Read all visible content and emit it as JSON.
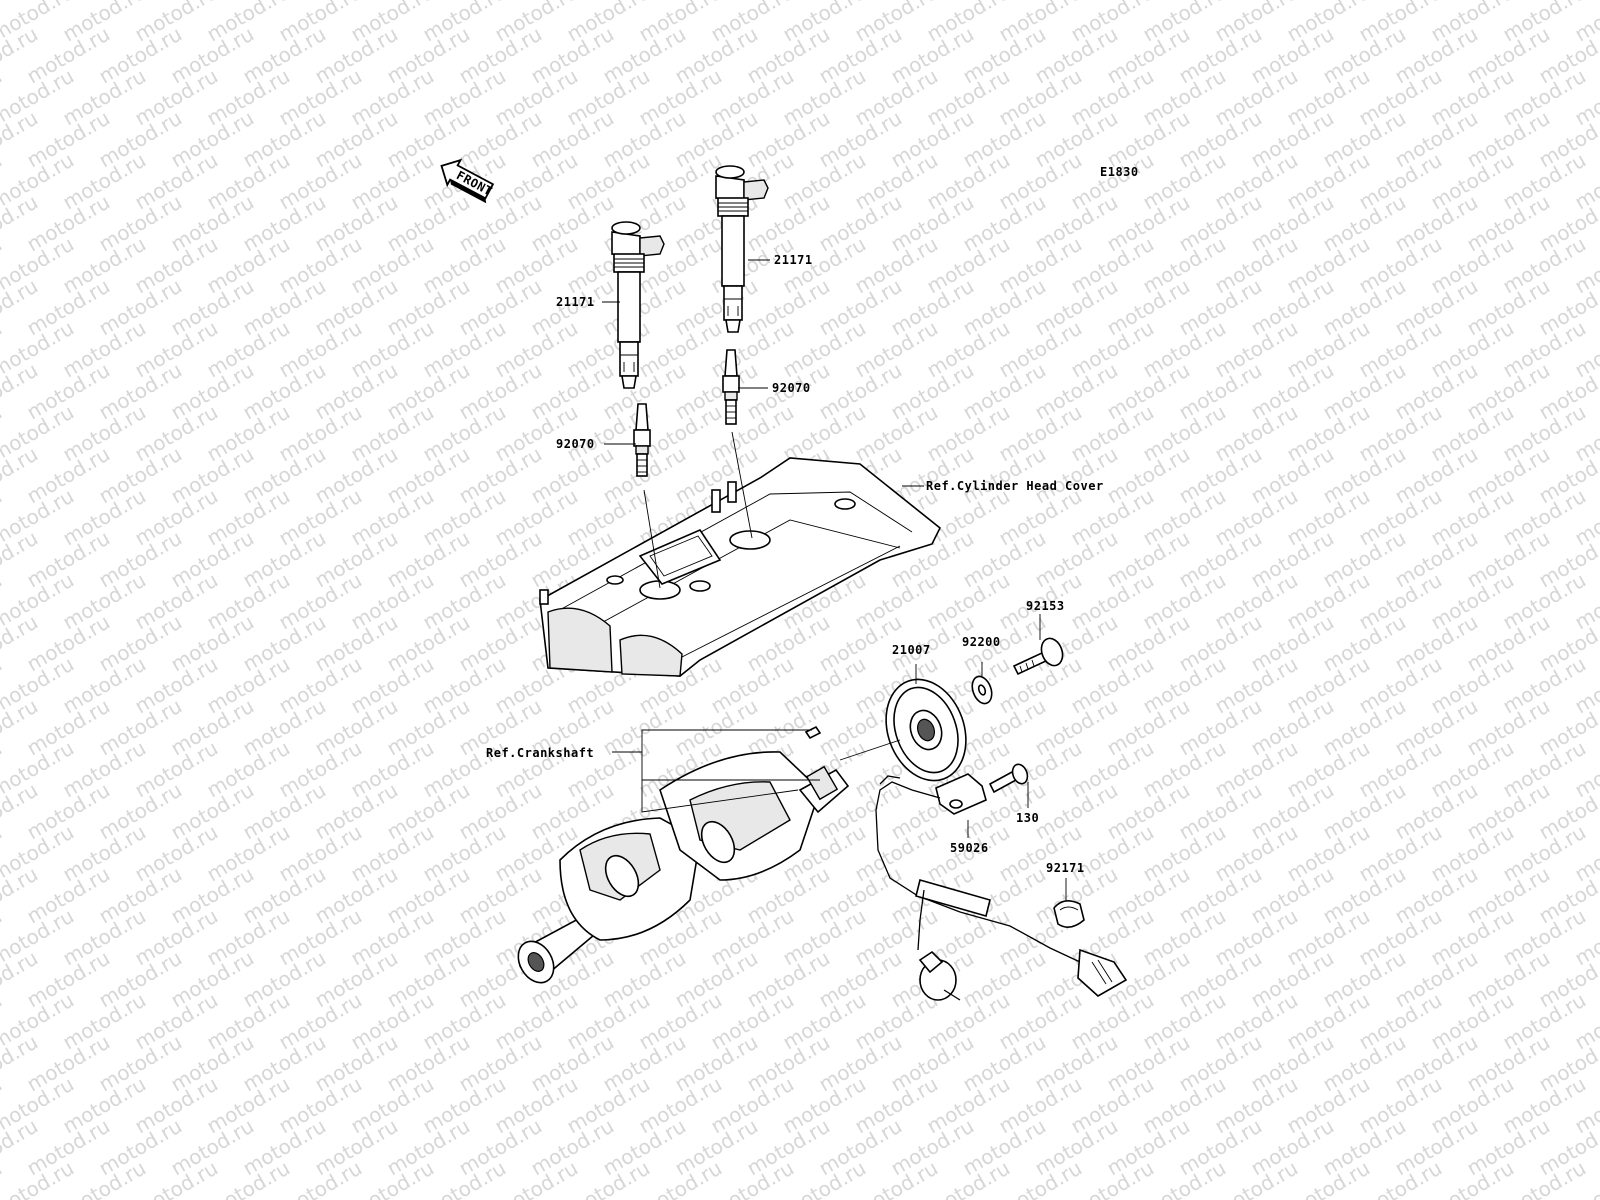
{
  "diagram_code": "E1830",
  "front_label": "FRONT",
  "watermark": "motod.ru",
  "callouts": {
    "coil_left": "21171",
    "coil_right": "21171",
    "plug_left": "92070",
    "plug_right": "92070",
    "head_cover": "Ref.Cylinder Head Cover",
    "sensor_rotor": "21007",
    "washer": "92200",
    "bolt_rotor": "92153",
    "crankshaft": "Ref.Crankshaft",
    "bolt_sensor": "130",
    "pickup_coil": "59026",
    "clamp": "92171"
  }
}
